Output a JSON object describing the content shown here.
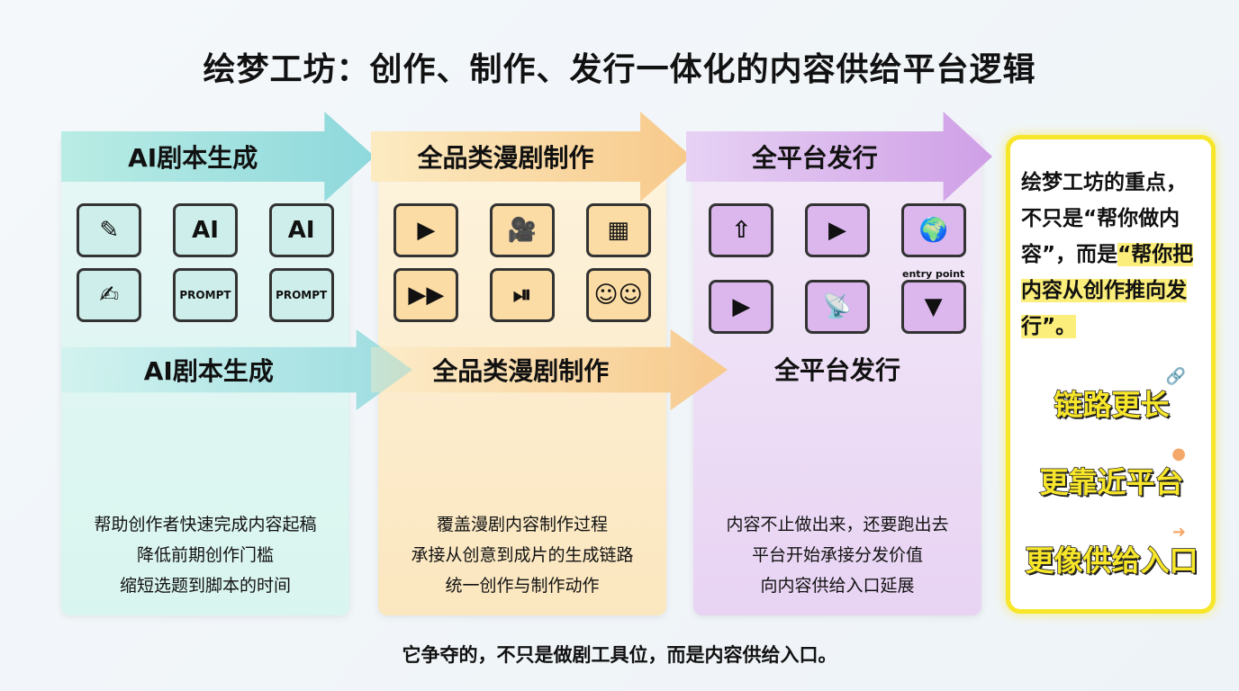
{
  "title": "绘梦工坊：创作、制作、发行一体化的内容供给平台逻辑",
  "columns": [
    {
      "header": "AI剧本生成",
      "mid": "AI剧本生成",
      "icons": [
        {
          "name": "pen-icon",
          "g": "✎"
        },
        {
          "name": "ai-chip-brain-icon",
          "g": "AI"
        },
        {
          "name": "ai-brain-icon",
          "g": "AI"
        },
        {
          "name": "document-edit-icon",
          "g": "✍"
        },
        {
          "name": "prompt-tags-icon",
          "g": "PROMPT"
        },
        {
          "name": "prompt-tag-icon",
          "g": "PROMPT"
        }
      ],
      "lines": [
        "帮助创作者快速完成内容起稿",
        "降低前期创作门槛",
        "缩短选题到脚本的时间"
      ]
    },
    {
      "header": "全品类漫剧制作",
      "mid": "全品类漫剧制作",
      "icons": [
        {
          "name": "film-play-icon",
          "g": "▶"
        },
        {
          "name": "video-camera-icon",
          "g": "🎥"
        },
        {
          "name": "storyboard-icon",
          "g": "▦"
        },
        {
          "name": "video-grid-icon",
          "g": "▶▶"
        },
        {
          "name": "editing-console-icon",
          "g": "⏯"
        },
        {
          "name": "characters-icon",
          "g": "☺☺"
        }
      ],
      "lines": [
        "覆盖漫剧内容制作过程",
        "承接从创意到成片的生成链路",
        "统一创作与制作动作"
      ]
    },
    {
      "header": "全平台发行",
      "mid": "全平台发行",
      "icons": [
        {
          "name": "social-distribution-icon",
          "g": "⇧"
        },
        {
          "name": "multi-device-icon",
          "g": "▶"
        },
        {
          "name": "world-map-icon",
          "g": "🌍"
        },
        {
          "name": "laptop-phone-icon",
          "g": "▶"
        },
        {
          "name": "broadcast-tower-icon",
          "g": "📡"
        },
        {
          "name": "funnel-icon",
          "g": "▼"
        }
      ],
      "entry_label": "entry point",
      "lines": [
        "内容不止做出来，还要跑出去",
        "平台开始承接分发价值",
        "向内容供给入口延展"
      ]
    }
  ],
  "side": {
    "text_plain": "绘梦工坊的重点，不只是“帮你做内容”，而是",
    "text_highlight": "“帮你把内容从创作推向发行”。",
    "keywords": [
      "链路更长",
      "更靠近平台",
      "更像供给入口"
    ]
  },
  "bottom": "它争夺的，不只是做剧工具位，而是内容供给入口。"
}
